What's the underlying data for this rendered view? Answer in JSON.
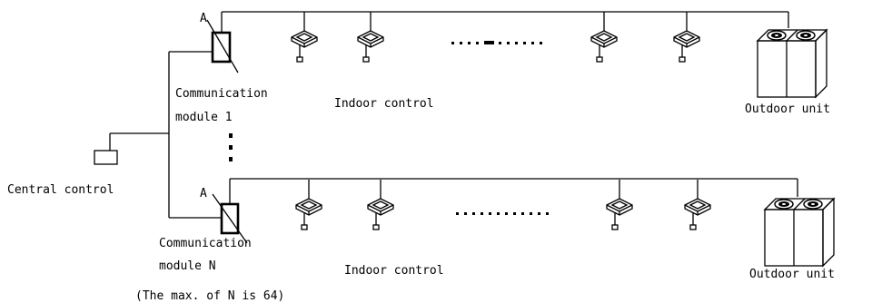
{
  "labels": {
    "point_a_top": "A",
    "point_a_bottom": "A",
    "module_1_line1": "Communication",
    "module_1_line2": "module 1",
    "module_n_line1": "Communication",
    "module_n_line2": "module N",
    "indoor_control_top": "Indoor control",
    "indoor_control_bottom": "Indoor control",
    "outdoor_unit_top": "Outdoor unit",
    "outdoor_unit_bottom": "Outdoor unit",
    "central_control": "Central control",
    "max_note": "(The max. of N is 64)"
  },
  "icons": {
    "module": "communication-module-icon",
    "indoor": "indoor-unit-icon",
    "outdoor": "outdoor-unit-icon",
    "central": "central-control-icon"
  },
  "colors": {
    "line": "#000000",
    "fill": "#ffffff"
  }
}
